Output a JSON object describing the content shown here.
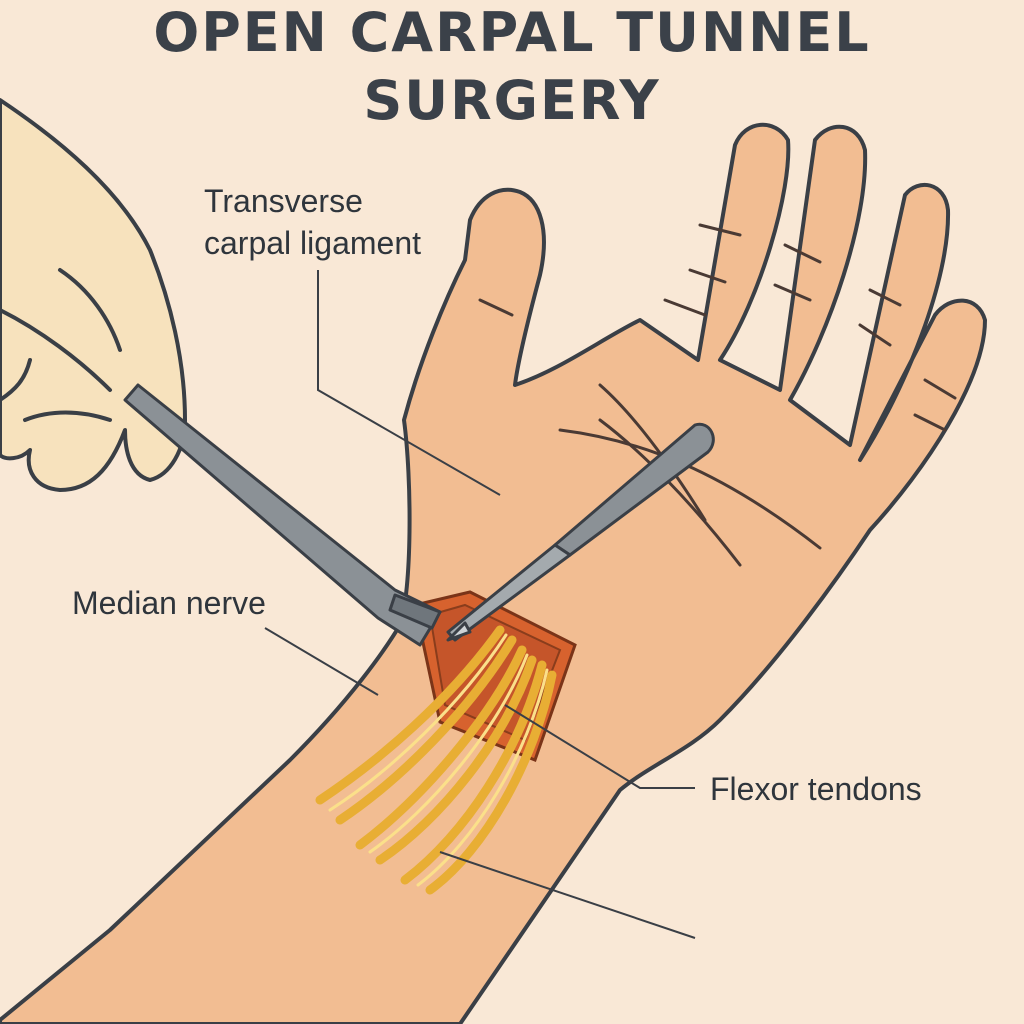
{
  "title": {
    "line1": "OPEN CARPAL TUNNEL",
    "line2": "SURGERY"
  },
  "labels": {
    "ligament_line1": "Transverse",
    "ligament_line2": "carpal ligament",
    "nerve": "Median nerve",
    "tendons": "Flexor tendons"
  },
  "colors": {
    "background": "#f9e8d6",
    "skin": "#f2bd92",
    "glove": "#f7e2bd",
    "outline": "#3a3f46",
    "instrument": "#8b9196",
    "incision": "#d7622e",
    "tendon": "#f1c24e"
  }
}
